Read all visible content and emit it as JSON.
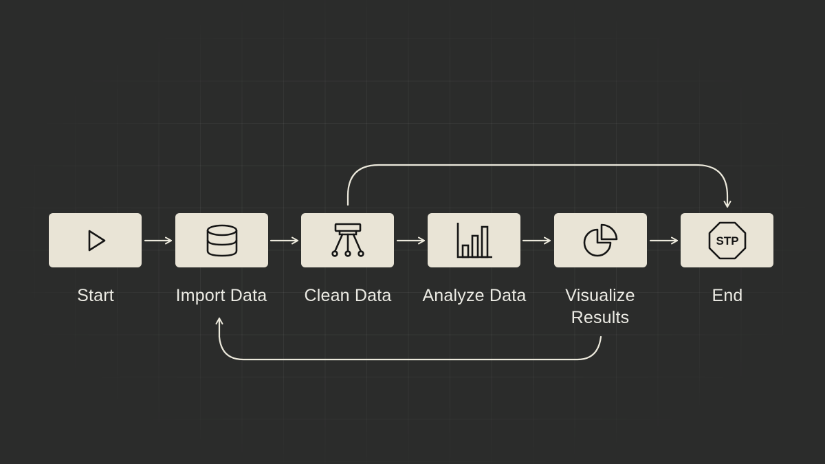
{
  "diagram": {
    "type": "flowchart",
    "direction": "left-to-right",
    "colors": {
      "background": "#2b2c2b",
      "node_fill": "#e9e4d6",
      "icon_stroke": "#151515",
      "connector": "#ece9dc",
      "label_text": "#ecebe4",
      "grid": "#3a3b3a"
    },
    "nodes": [
      {
        "id": "start",
        "label": "Start",
        "icon": "play-icon"
      },
      {
        "id": "import",
        "label": "Import Data",
        "icon": "database-icon"
      },
      {
        "id": "clean",
        "label": "Clean Data",
        "icon": "filter-funnel-icon"
      },
      {
        "id": "analyze",
        "label": "Analyze Data",
        "icon": "bar-chart-icon"
      },
      {
        "id": "visualize",
        "label_line1": "Visualize",
        "label_line2": "Results",
        "label": "Visualize Results",
        "icon": "pie-chart-icon"
      },
      {
        "id": "end",
        "label": "End",
        "icon": "stop-sign-icon",
        "icon_text": "STP"
      }
    ],
    "edges": [
      {
        "from": "start",
        "to": "import"
      },
      {
        "from": "import",
        "to": "clean"
      },
      {
        "from": "clean",
        "to": "analyze"
      },
      {
        "from": "analyze",
        "to": "visualize"
      },
      {
        "from": "visualize",
        "to": "end"
      },
      {
        "from": "clean",
        "to": "end",
        "style": "curved-over-top"
      },
      {
        "from": "visualize",
        "to": "import",
        "style": "curved-under-bottom"
      }
    ]
  }
}
